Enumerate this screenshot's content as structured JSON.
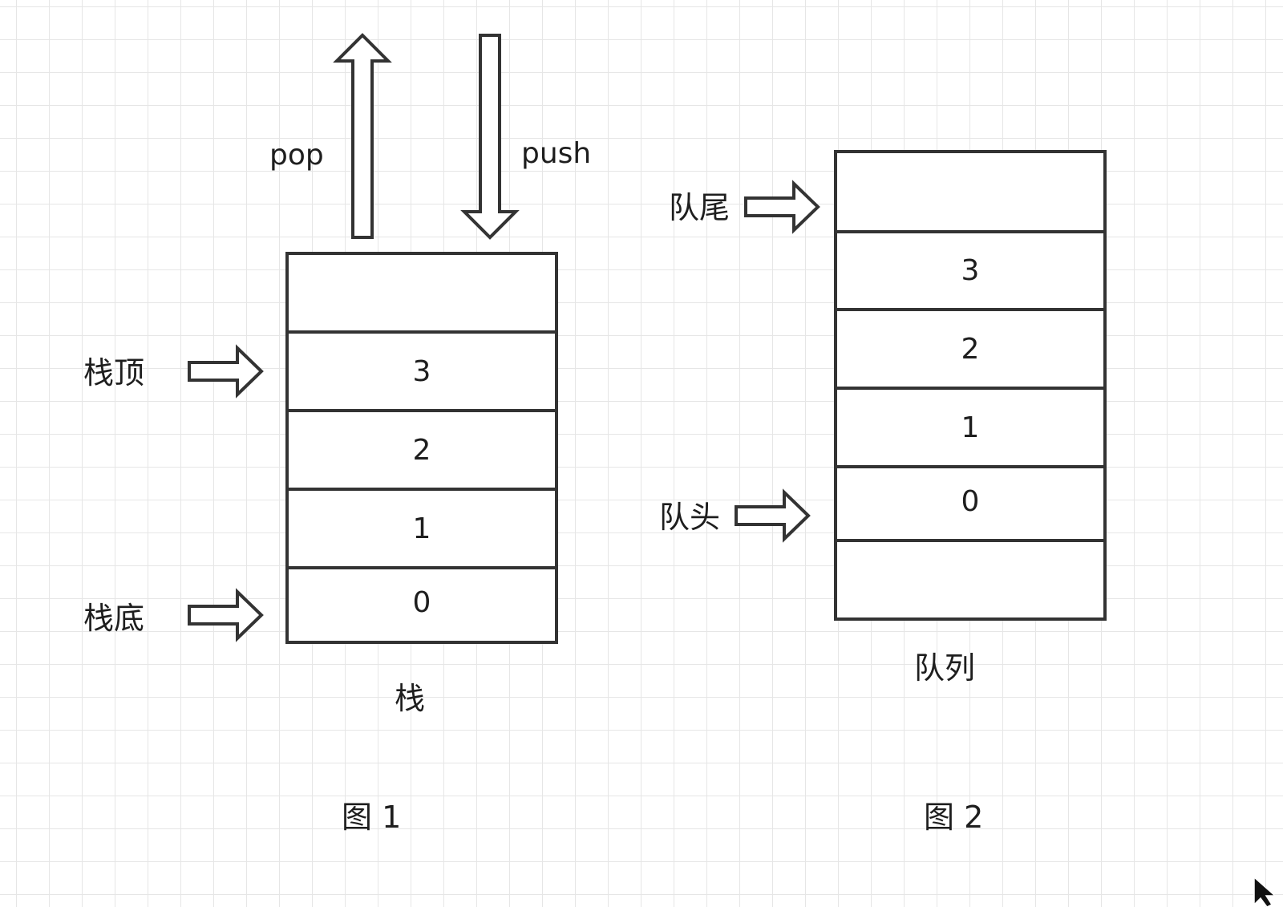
{
  "figure1": {
    "caption": "图 1",
    "title": "栈",
    "pop_label": "pop",
    "push_label": "push",
    "top_label": "栈顶",
    "bottom_label": "栈底",
    "cells": [
      "",
      "3",
      "2",
      "1",
      "0"
    ]
  },
  "figure2": {
    "caption": "图 2",
    "title": "队列",
    "tail_label": "队尾",
    "head_label": "队头",
    "cells": [
      "",
      "3",
      "2",
      "1",
      "0",
      ""
    ]
  },
  "colors": {
    "grid": "#e6e6e6",
    "stroke": "#333333",
    "text": "#1e1e1e"
  },
  "icons": [
    "up-arrow-icon",
    "down-arrow-icon",
    "right-arrow-icon",
    "mouse-cursor-icon"
  ]
}
